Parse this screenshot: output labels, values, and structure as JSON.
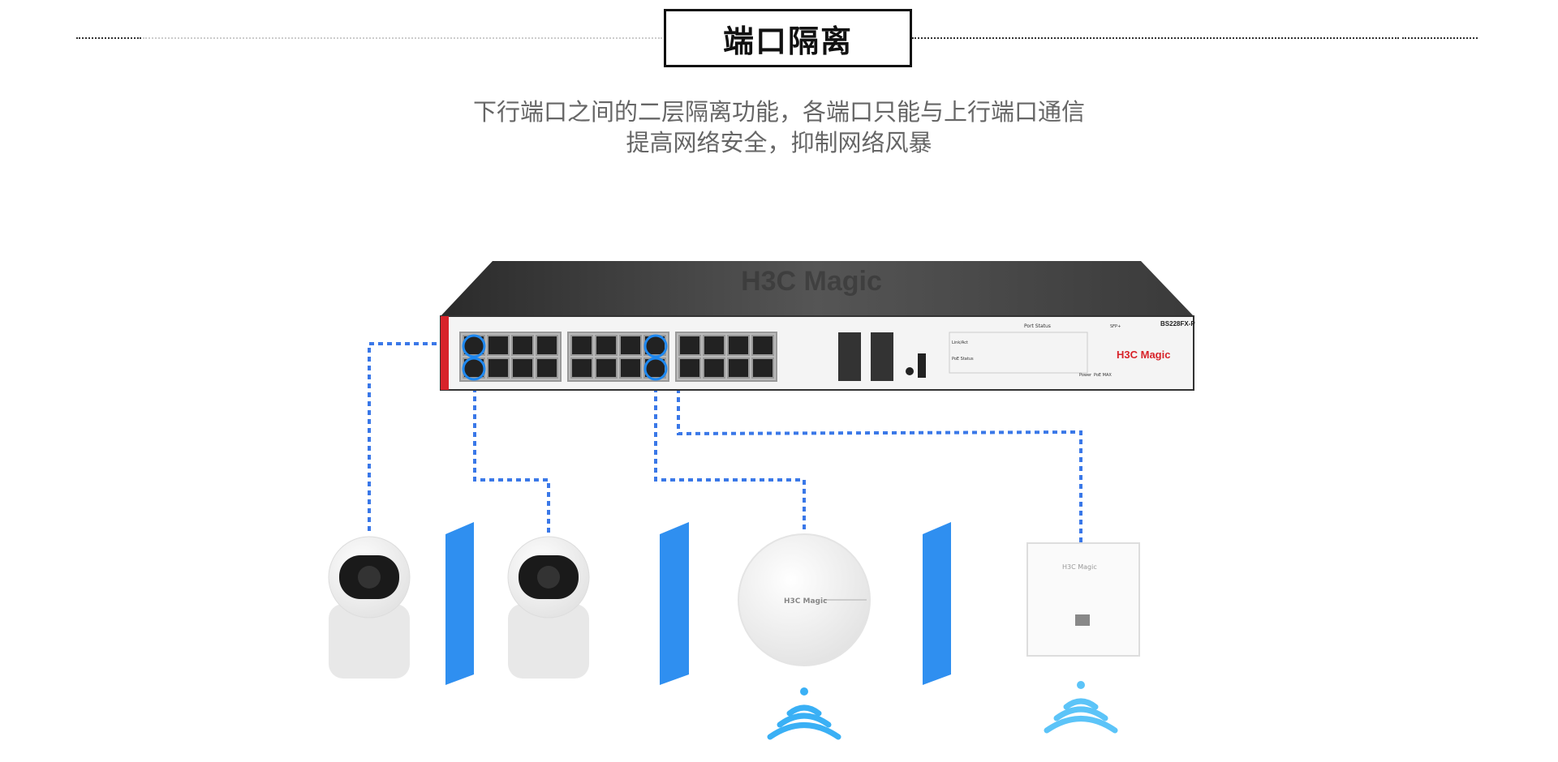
{
  "header": {
    "title": "端口隔离",
    "description_line1": "下行端口之间的二层隔离功能，各端口只能与上行端口通信",
    "description_line2": "提高网络安全，抑制网络风暴"
  },
  "switch": {
    "brand_logo": "H3C Magic",
    "model": "BS228FX-P",
    "port_labels": {
      "port_status": "Port Status",
      "link_act": "Link/Act",
      "poe_status": "PoE Status",
      "power": "Power",
      "poe_max": "PoE MAX",
      "sfp": "SFP+"
    }
  },
  "devices": [
    "camera",
    "camera",
    "ceiling-access-point",
    "wall-panel-access-point"
  ],
  "device_logo": "H3C Magic",
  "colors": {
    "link": "#3a78e8",
    "isolation_panel": "#2f8ff0",
    "wifi": "#3ab0f5",
    "switch_red": "#d8232a"
  }
}
